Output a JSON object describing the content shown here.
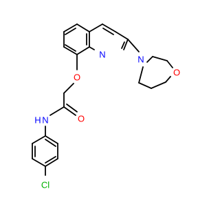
{
  "molecule": {
    "atom_labels": {
      "n_ring": "N",
      "n_morph": "N",
      "o_morph": "O",
      "o_ether": "O",
      "o_carbonyl": "O",
      "n_amide": "N",
      "h_amide": "H",
      "cl": "Cl"
    },
    "colors": {
      "bond": "#000000",
      "nitrogen": "#0000ff",
      "oxygen": "#ff0000",
      "chlorine": "#00b000"
    }
  }
}
